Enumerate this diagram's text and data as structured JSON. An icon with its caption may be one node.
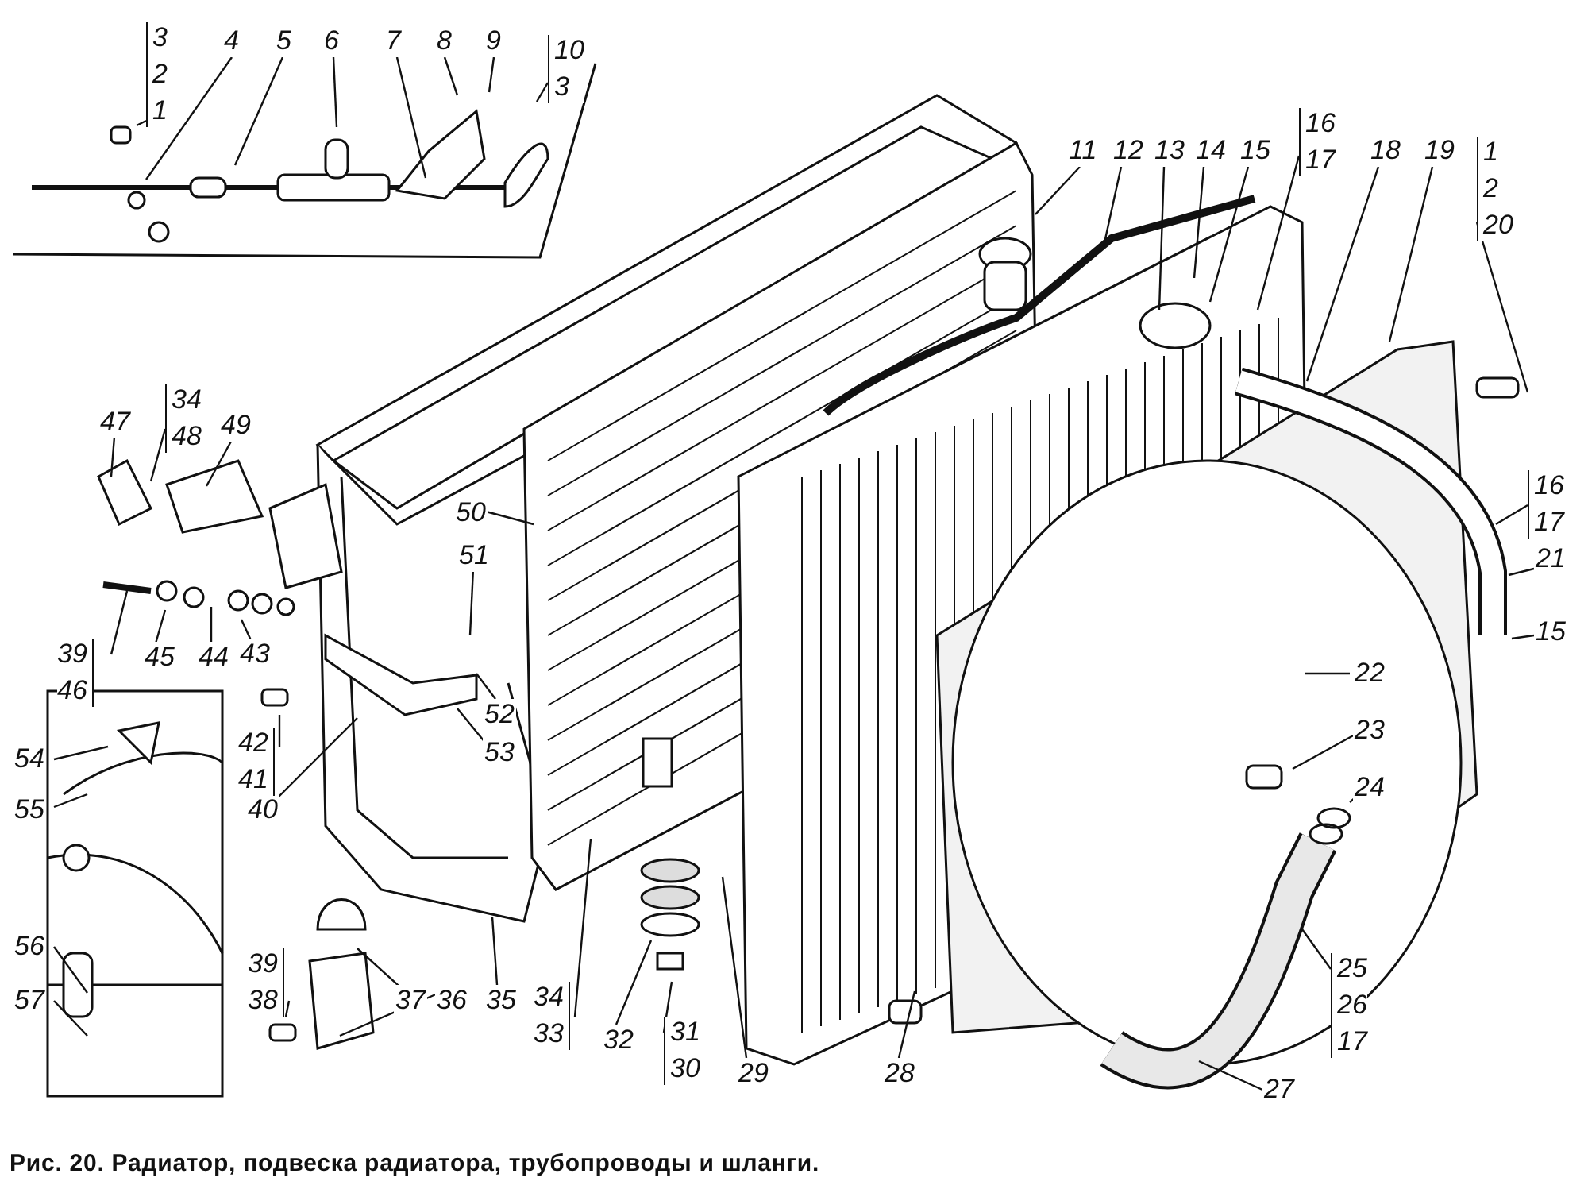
{
  "diagram": {
    "caption": "Рис. 20. Радиатор, подвеска радиатора, трубопроводы и шланги.",
    "nodes": [
      {
        "text": [
          "3",
          "2",
          "1"
        ]
      },
      {
        "text": [
          "4"
        ]
      },
      {
        "text": [
          "5"
        ]
      },
      {
        "text": [
          "6"
        ]
      },
      {
        "text": [
          "7"
        ]
      },
      {
        "text": [
          "8"
        ]
      },
      {
        "text": [
          "9"
        ]
      },
      {
        "text": [
          "10",
          "3"
        ]
      },
      {
        "text": [
          "11"
        ]
      },
      {
        "text": [
          "12"
        ]
      },
      {
        "text": [
          "13"
        ]
      },
      {
        "text": [
          "14"
        ]
      },
      {
        "text": [
          "15"
        ]
      },
      {
        "text": [
          "16",
          "17"
        ]
      },
      {
        "text": [
          "18"
        ]
      },
      {
        "text": [
          "19"
        ]
      },
      {
        "text": [
          "1",
          "2",
          "20"
        ]
      },
      {
        "text": [
          "16",
          "17"
        ]
      },
      {
        "text": [
          "21"
        ]
      },
      {
        "text": [
          "15"
        ]
      },
      {
        "text": [
          "22"
        ]
      },
      {
        "text": [
          "23"
        ]
      },
      {
        "text": [
          "24"
        ]
      },
      {
        "text": [
          "25",
          "26",
          "17"
        ]
      },
      {
        "text": [
          "27"
        ]
      },
      {
        "text": [
          "28"
        ]
      },
      {
        "text": [
          "29"
        ]
      },
      {
        "text": [
          "31",
          "30"
        ]
      },
      {
        "text": [
          "32"
        ]
      },
      {
        "text": [
          "34",
          "33"
        ]
      },
      {
        "text": [
          "35"
        ]
      },
      {
        "text": [
          "36"
        ]
      },
      {
        "text": [
          "37"
        ]
      },
      {
        "text": [
          "39",
          "38"
        ]
      },
      {
        "text": [
          "57"
        ]
      },
      {
        "text": [
          "56"
        ]
      },
      {
        "text": [
          "55"
        ]
      },
      {
        "text": [
          "54"
        ]
      },
      {
        "text": [
          "40"
        ]
      },
      {
        "text": [
          "42",
          "41"
        ]
      },
      {
        "text": [
          "52"
        ]
      },
      {
        "text": [
          "53"
        ]
      },
      {
        "text": [
          "51"
        ]
      },
      {
        "text": [
          "50"
        ]
      },
      {
        "text": [
          "47"
        ]
      },
      {
        "text": [
          "34",
          "48"
        ]
      },
      {
        "text": [
          "49"
        ]
      },
      {
        "text": [
          "39",
          "46"
        ]
      },
      {
        "text": [
          "45"
        ]
      },
      {
        "text": [
          "44"
        ]
      },
      {
        "text": [
          "43"
        ]
      }
    ],
    "edges": [
      {
        "from": 0,
        "to": null,
        "arrow": "none"
      },
      {
        "from": 1,
        "to": null,
        "arrow": "none"
      },
      {
        "from": 2,
        "to": null,
        "arrow": "none"
      },
      {
        "from": 3,
        "to": null,
        "arrow": "none"
      },
      {
        "from": 4,
        "to": null,
        "arrow": "none"
      },
      {
        "from": 5,
        "to": null,
        "arrow": "none"
      },
      {
        "from": 6,
        "to": null,
        "arrow": "none"
      },
      {
        "from": 7,
        "to": null,
        "arrow": "none"
      },
      {
        "from": 8,
        "to": null,
        "arrow": "none"
      },
      {
        "from": 9,
        "to": null,
        "arrow": "none"
      },
      {
        "from": 10,
        "to": null,
        "arrow": "none"
      },
      {
        "from": 11,
        "to": null,
        "arrow": "none"
      },
      {
        "from": 12,
        "to": null,
        "arrow": "none"
      },
      {
        "from": 13,
        "to": null,
        "arrow": "none"
      },
      {
        "from": 14,
        "to": null,
        "arrow": "none"
      },
      {
        "from": 15,
        "to": null,
        "arrow": "none"
      },
      {
        "from": 16,
        "to": null,
        "arrow": "none"
      },
      {
        "from": 17,
        "to": null,
        "arrow": "none"
      },
      {
        "from": 18,
        "to": null,
        "arrow": "none"
      },
      {
        "from": 19,
        "to": null,
        "arrow": "none"
      },
      {
        "from": 20,
        "to": null,
        "arrow": "none"
      },
      {
        "from": 21,
        "to": null,
        "arrow": "none"
      },
      {
        "from": 22,
        "to": null,
        "arrow": "none"
      },
      {
        "from": 23,
        "to": null,
        "arrow": "none"
      },
      {
        "from": 24,
        "to": null,
        "arrow": "none"
      },
      {
        "from": 25,
        "to": null,
        "arrow": "none"
      },
      {
        "from": 26,
        "to": null,
        "arrow": "none"
      },
      {
        "from": 27,
        "to": null,
        "arrow": "none"
      },
      {
        "from": 28,
        "to": null,
        "arrow": "none"
      },
      {
        "from": 29,
        "to": null,
        "arrow": "none"
      },
      {
        "from": 30,
        "to": null,
        "arrow": "none"
      },
      {
        "from": 31,
        "to": null,
        "arrow": "none"
      },
      {
        "from": 32,
        "to": null,
        "arrow": "none"
      },
      {
        "from": 33,
        "to": null,
        "arrow": "none"
      },
      {
        "from": 34,
        "to": null,
        "arrow": "none"
      },
      {
        "from": 35,
        "to": null,
        "arrow": "none"
      },
      {
        "from": 36,
        "to": null,
        "arrow": "none"
      },
      {
        "from": 37,
        "to": null,
        "arrow": "none"
      },
      {
        "from": 38,
        "to": null,
        "arrow": "none"
      },
      {
        "from": 39,
        "to": null,
        "arrow": "none"
      },
      {
        "from": 40,
        "to": null,
        "arrow": "none"
      },
      {
        "from": 41,
        "to": null,
        "arrow": "none"
      },
      {
        "from": 42,
        "to": null,
        "arrow": "none"
      },
      {
        "from": 43,
        "to": null,
        "arrow": "none"
      },
      {
        "from": 44,
        "to": null,
        "arrow": "none"
      },
      {
        "from": 45,
        "to": null,
        "arrow": "none"
      },
      {
        "from": 46,
        "to": null,
        "arrow": "none"
      },
      {
        "from": 47,
        "to": null,
        "arrow": "none"
      },
      {
        "from": 48,
        "to": null,
        "arrow": "none"
      },
      {
        "from": 49,
        "to": null,
        "arrow": "none"
      },
      {
        "from": 50,
        "to": null,
        "arrow": "none"
      }
    ]
  }
}
